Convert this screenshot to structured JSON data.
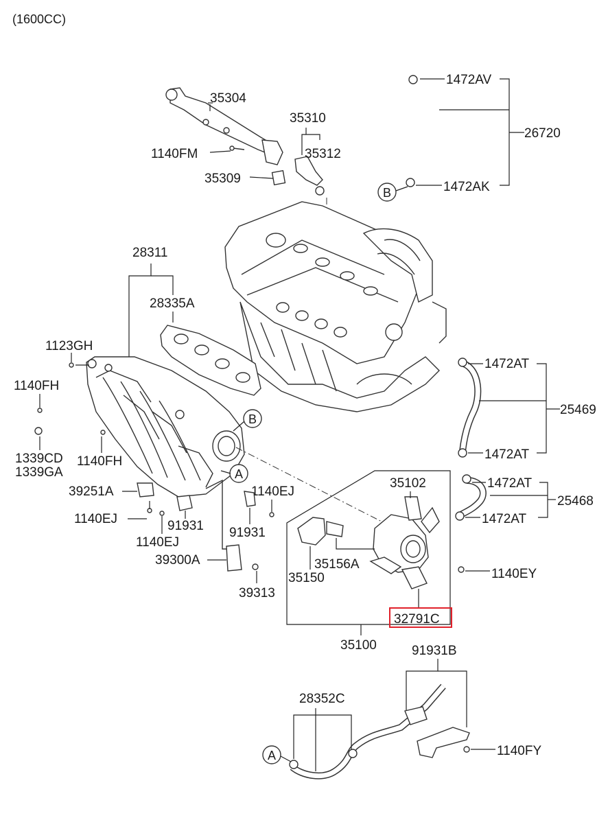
{
  "header": {
    "engine": "(1600CC)"
  },
  "labels": {
    "l35304": "35304",
    "l35310": "35310",
    "l35312": "35312",
    "l1140FM": "1140FM",
    "l35309": "35309",
    "l1472AV": "1472AV",
    "l26720": "26720",
    "l1472AK": "1472AK",
    "l28311": "28311",
    "l28335A": "28335A",
    "l1123GH": "1123GH",
    "l1140FH_a": "1140FH",
    "l1140FH_b": "1140FH",
    "l1339CD": "1339CD",
    "l1339GA": "1339GA",
    "l39251A": "39251A",
    "l1140EJ_a": "1140EJ",
    "l1140EJ_b": "1140EJ",
    "l1140EJ_c": "1140EJ",
    "l91931_a": "91931",
    "l91931_b": "91931",
    "l39300A": "39300A",
    "l39313": "39313",
    "l1472AT_a": "1472AT",
    "l1472AT_b": "1472AT",
    "l1472AT_c": "1472AT",
    "l1472AT_d": "1472AT",
    "l25469": "25469",
    "l25468": "25468",
    "l35102": "35102",
    "l35150": "35150",
    "l35156A": "35156A",
    "l1140EY": "1140EY",
    "l32791C": "32791C",
    "l35100": "35100",
    "l91931B": "91931B",
    "l28352C": "28352C",
    "l1140FY": "1140FY"
  },
  "markers": {
    "b_top": "B",
    "b_mid": "B",
    "a_mid": "A",
    "a_bottom": "A"
  },
  "highlight": {
    "part": "32791C",
    "color": "#e0202a"
  }
}
